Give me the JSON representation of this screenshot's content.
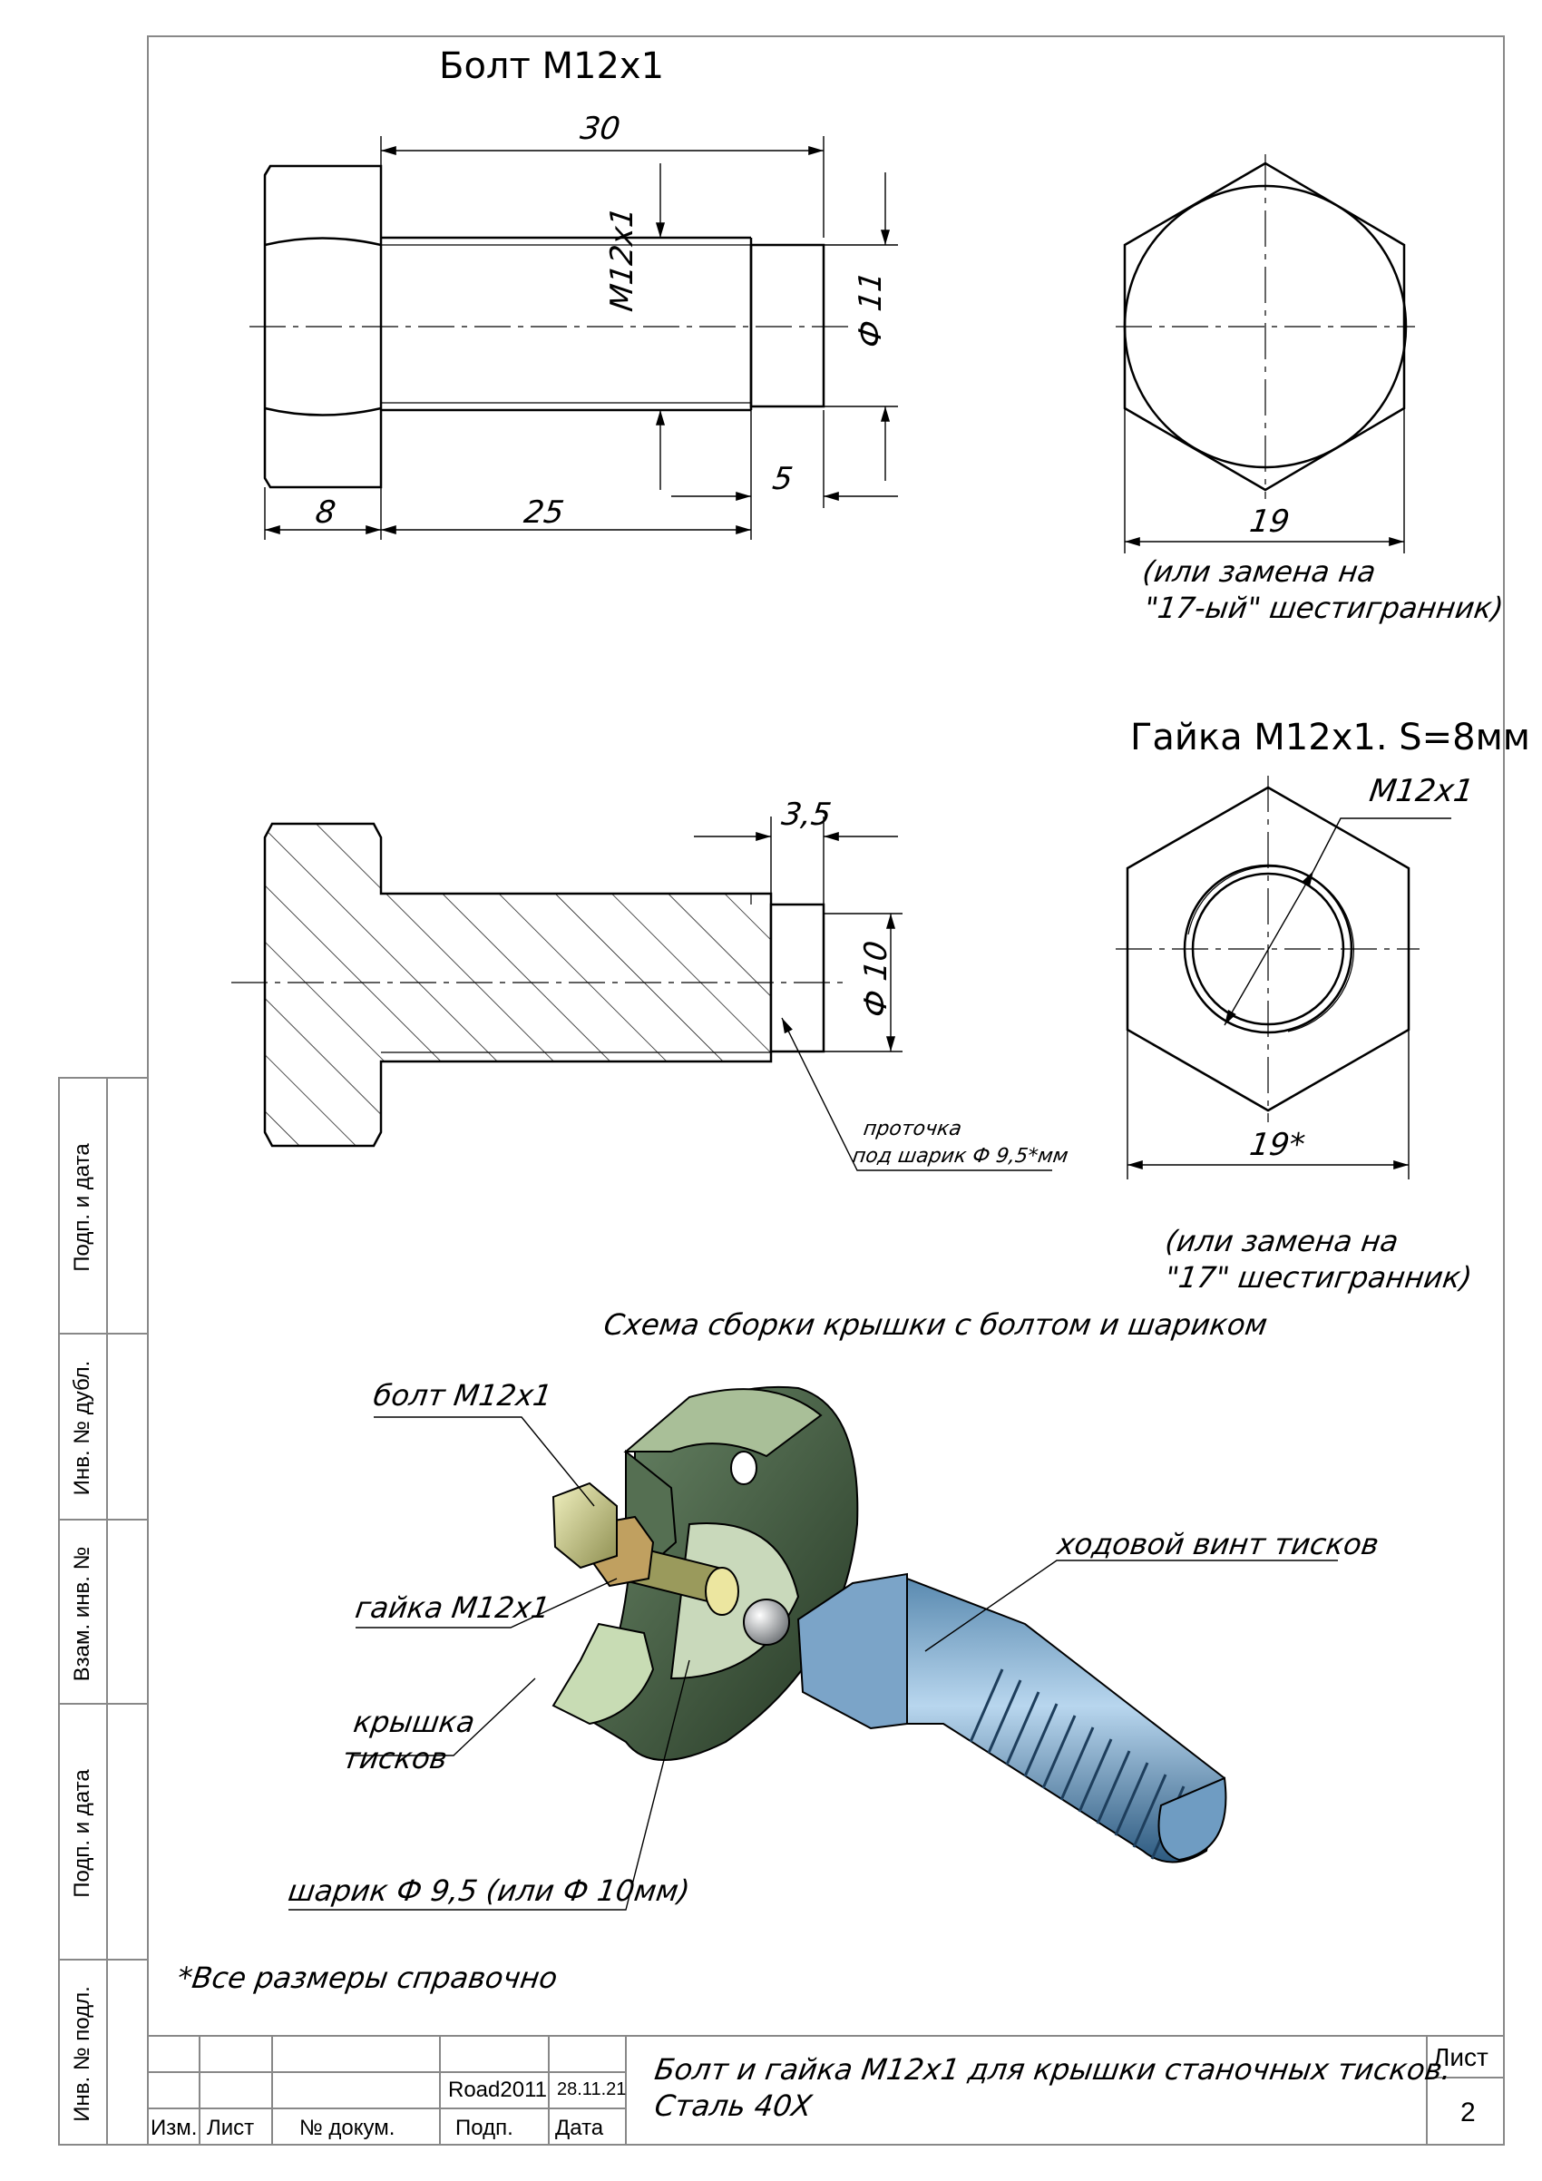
{
  "bolt": {
    "title": "Болт М12х1",
    "dim_length": "30",
    "dim_thread": "М12х1",
    "dim_dia": "Ф 11",
    "dim_head": "8",
    "dim_shank": "25",
    "dim_end": "5",
    "dim_hex": "19",
    "hex_note_line1": "(или замена на",
    "hex_note_line2": "\"17-ый\" шестигранник)"
  },
  "section": {
    "dim_groove": "3,5",
    "dim_groove_dia": "Ф 10",
    "groove_note_line1": "проточка",
    "groove_note_line2": "под шарик Ф 9,5*мм"
  },
  "nut": {
    "title": "Гайка М12х1. S=8мм",
    "dim_thread": "М12х1",
    "dim_hex": "19*",
    "note_line1": "(или замена на",
    "note_line2": "\"17\" шестигранник)"
  },
  "assembly": {
    "title": "Схема сборки крышки с болтом и шариком",
    "label_bolt": "болт М12х1",
    "label_nut": "гайка М12х1",
    "label_cover_line1": "крышка",
    "label_cover_line2": "тисков",
    "label_ball": "шарик Ф 9,5 (или Ф 10мм)",
    "label_screw": "ходовой винт тисков",
    "colors": {
      "cover": "#3e5a3c",
      "nut": "#d4d49a",
      "screw": "#8ab4d8",
      "ball": "#cfd3d6"
    }
  },
  "footnote": "*Все размеры справочно",
  "side_labels": [
    "Подп. и дата",
    "Инв. № дубл.",
    "Взам. инв. №",
    "Подп. и дата",
    "Инв. № подл."
  ],
  "titleblock": {
    "col_izm": "Изм.",
    "col_list": "Лист",
    "col_doc": "№ докум.",
    "col_sign": "Подп.",
    "col_date": "Дата",
    "author": "Road2011",
    "date": "28.11.21",
    "title_line1": "Болт и гайка М12х1 для крышки станочных тисков.",
    "title_line2": "Сталь 40Х",
    "sheet_label": "Лист",
    "sheet_number": "2"
  }
}
